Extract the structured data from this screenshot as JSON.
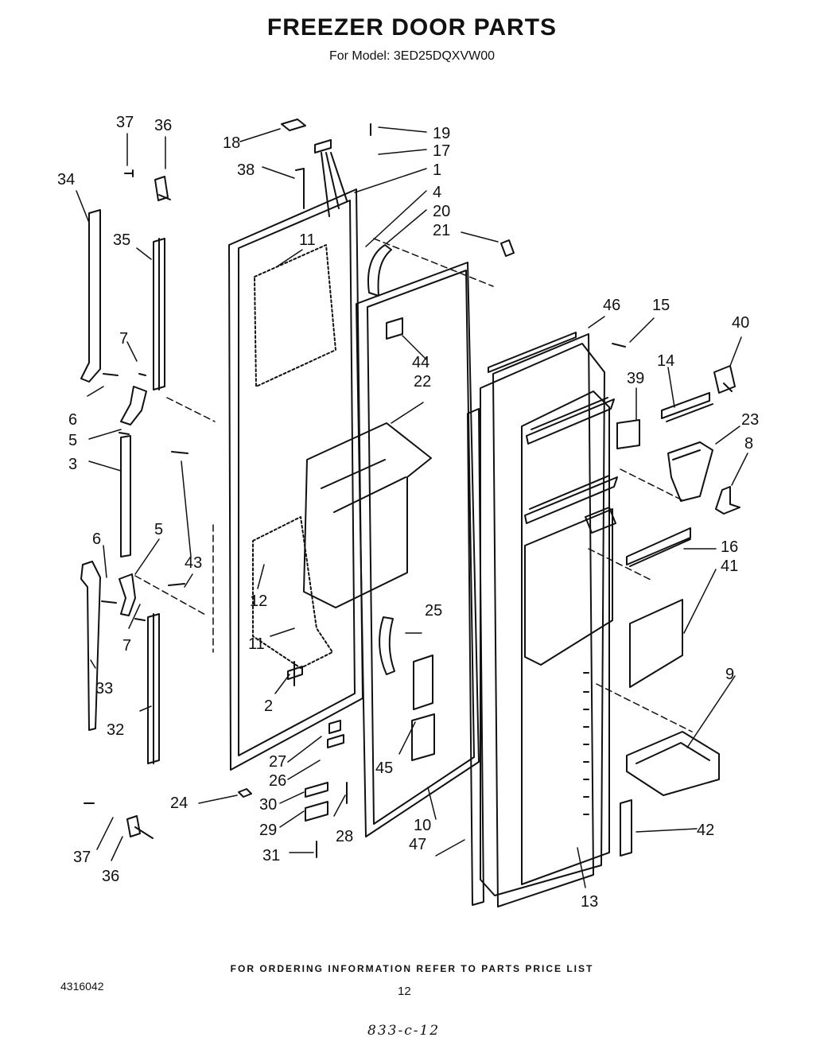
{
  "header": {
    "title": "FREEZER DOOR PARTS",
    "subtitle": "For Model: 3ED25DQXVW00"
  },
  "callouts": [
    "37",
    "36",
    "34",
    "35",
    "18",
    "38",
    "19",
    "17",
    "1",
    "4",
    "20",
    "21",
    "11",
    "7",
    "6",
    "5",
    "3",
    "43",
    "12",
    "2",
    "27",
    "26",
    "24",
    "30",
    "29",
    "31",
    "28",
    "33",
    "32",
    "46",
    "15",
    "40",
    "44",
    "22",
    "39",
    "14",
    "23",
    "8",
    "16",
    "41",
    "25",
    "45",
    "10",
    "47",
    "13",
    "9",
    "42"
  ],
  "footer": {
    "ordering_note": "FOR ORDERING INFORMATION REFER TO PARTS PRICE LIST",
    "document_number": "4316042",
    "page_number": "12",
    "handwritten_note": "833-c-12"
  }
}
